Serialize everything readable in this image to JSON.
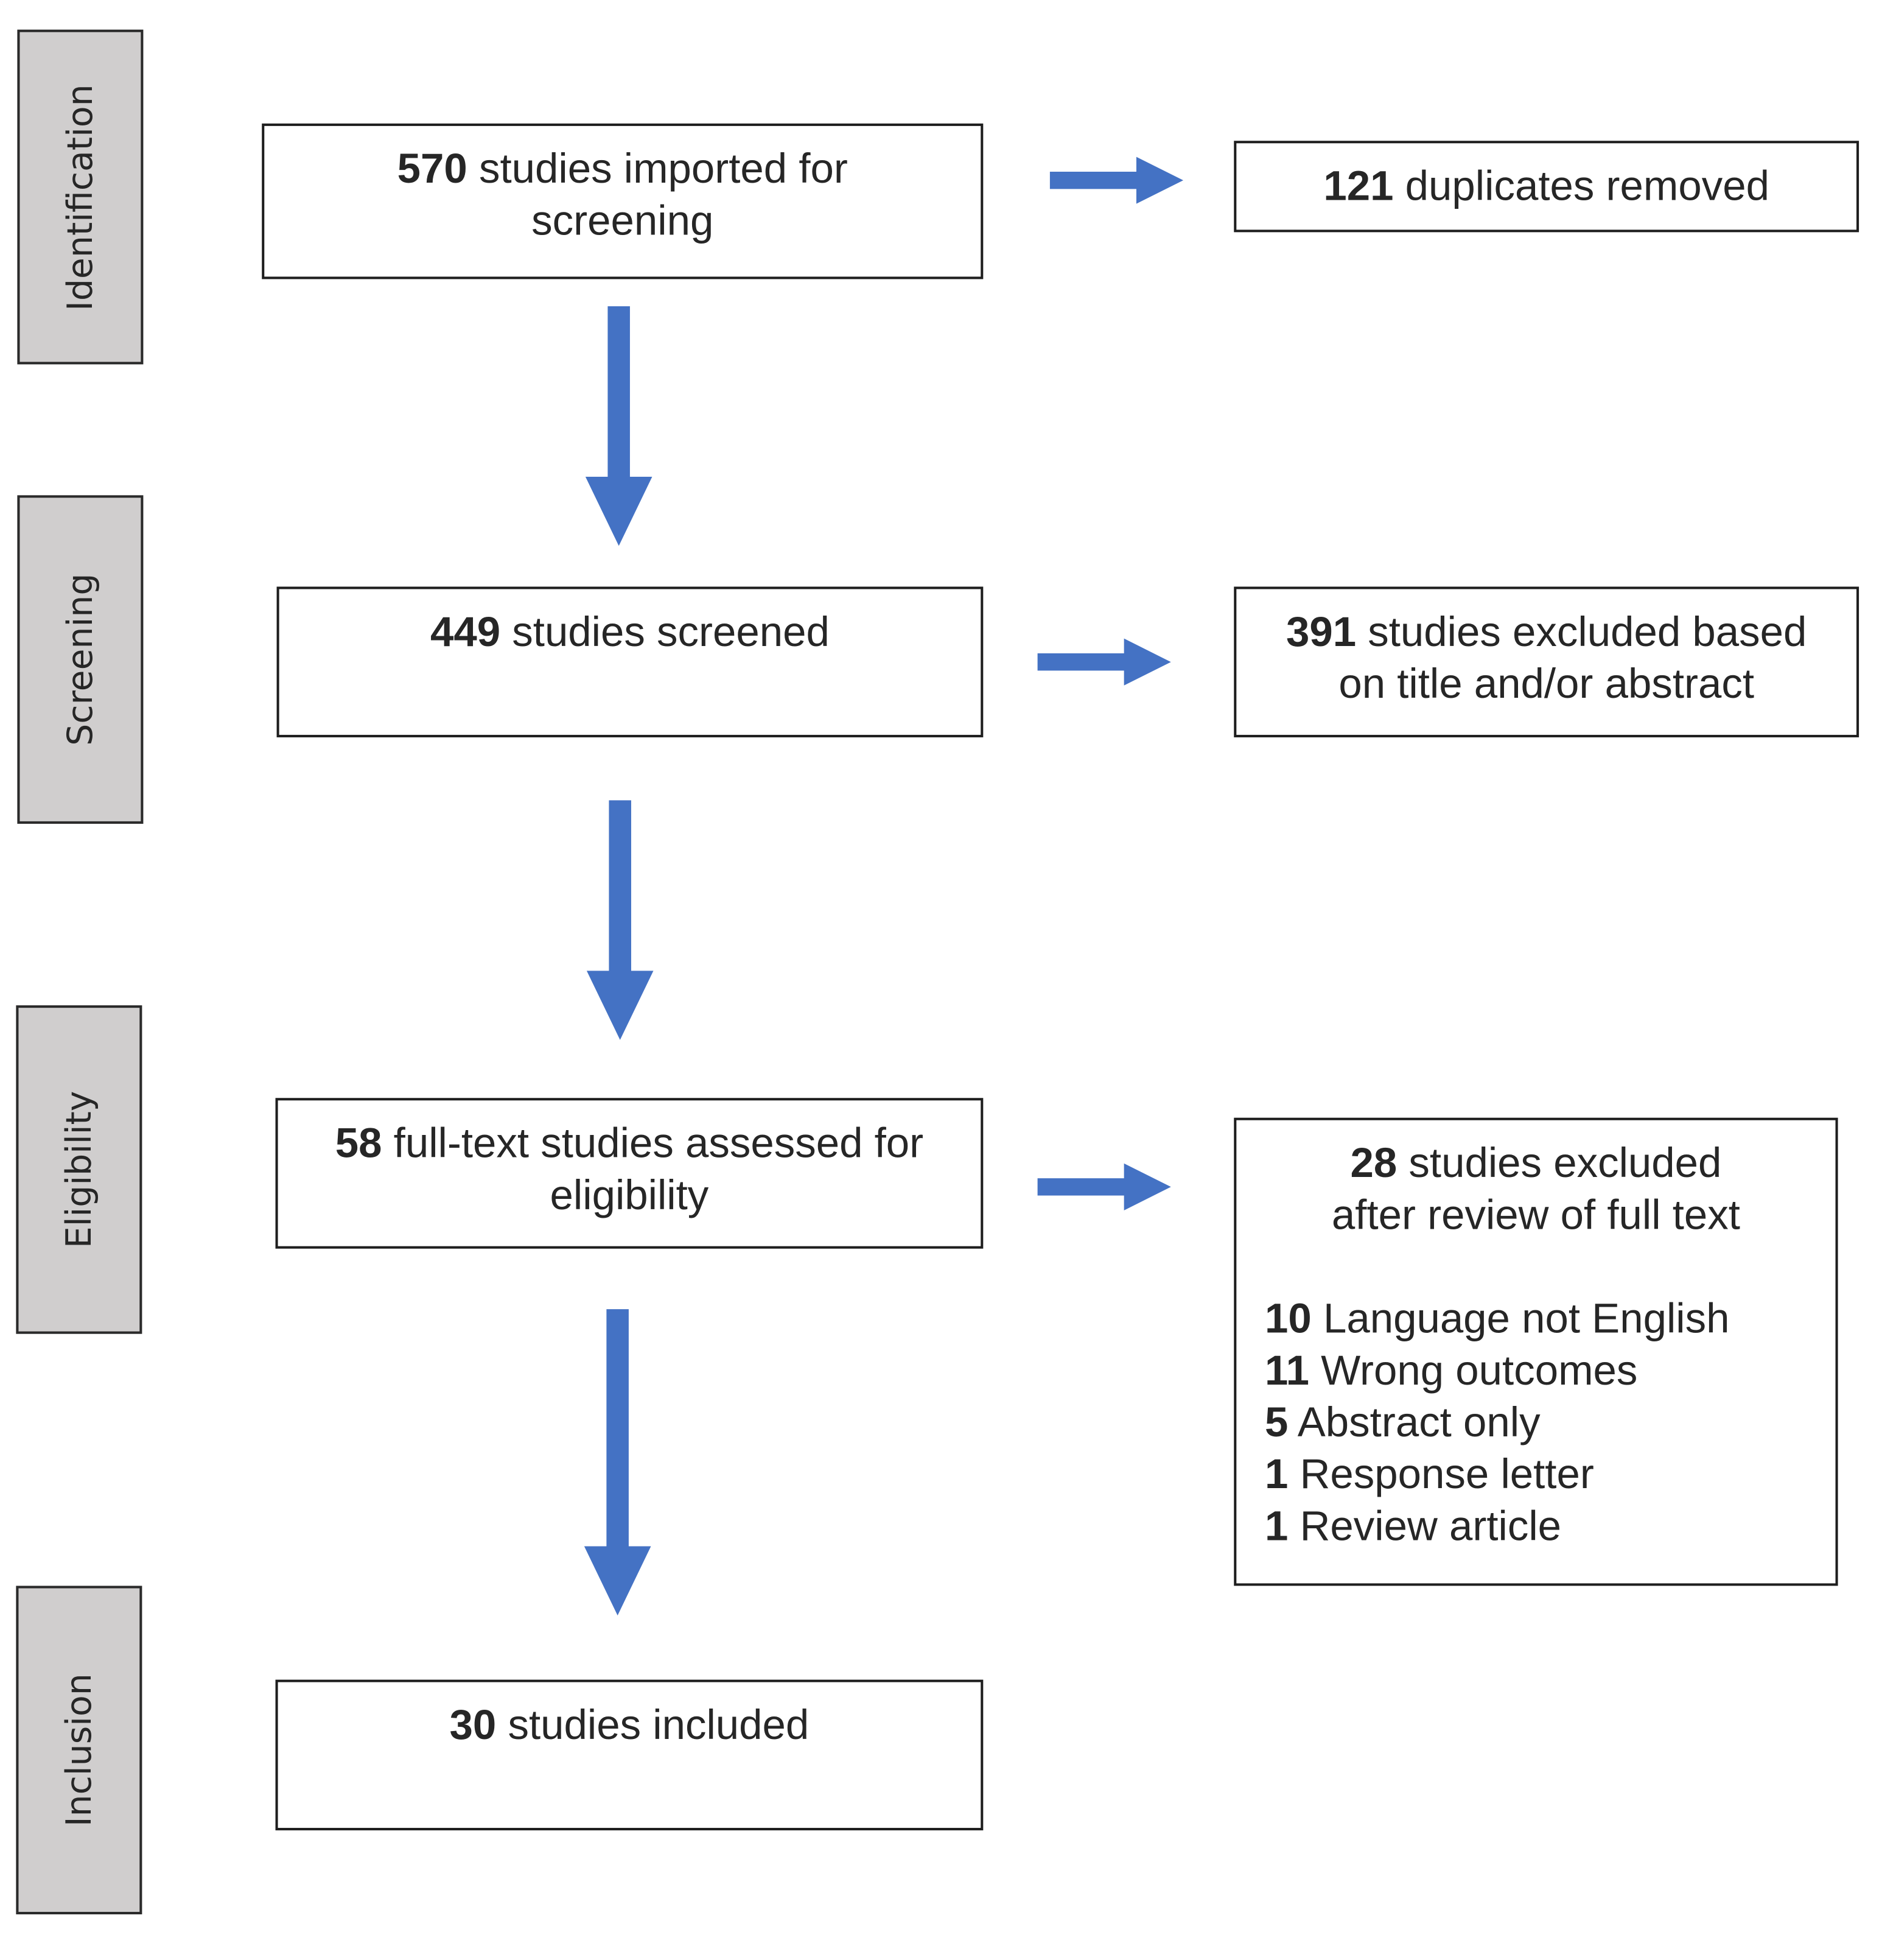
{
  "phases": {
    "identification": "Identification",
    "screening": "Screening",
    "eligibility": "Eligibility",
    "inclusion": "Inclusion"
  },
  "boxes": {
    "imported": {
      "count": "570",
      "text1": "studies imported for",
      "text2": "screening"
    },
    "duplicates": {
      "count": "121",
      "text": "duplicates removed"
    },
    "screened": {
      "count": "449",
      "text": "studies screened"
    },
    "excluded_abstract": {
      "count": "391",
      "text1": "studies excluded based",
      "text2": "on title and/or abstract"
    },
    "full_text": {
      "count": "58",
      "text1": "full-text studies assessed for",
      "text2": "eligibility"
    },
    "excluded_full_text": {
      "count": "28",
      "text1": "studies excluded",
      "text2": "after review of full text",
      "reasons": [
        {
          "count": "10",
          "label": "Language not English"
        },
        {
          "count": "11",
          "label": "Wrong outcomes"
        },
        {
          "count": "5",
          "label": "Abstract only"
        },
        {
          "count": "1",
          "label": "Response letter"
        },
        {
          "count": "1",
          "label": "Review article"
        }
      ]
    },
    "included": {
      "count": "30",
      "text": "studies included"
    }
  },
  "colors": {
    "arrow": "#4472c4",
    "phase_fill": "#d0cece"
  }
}
